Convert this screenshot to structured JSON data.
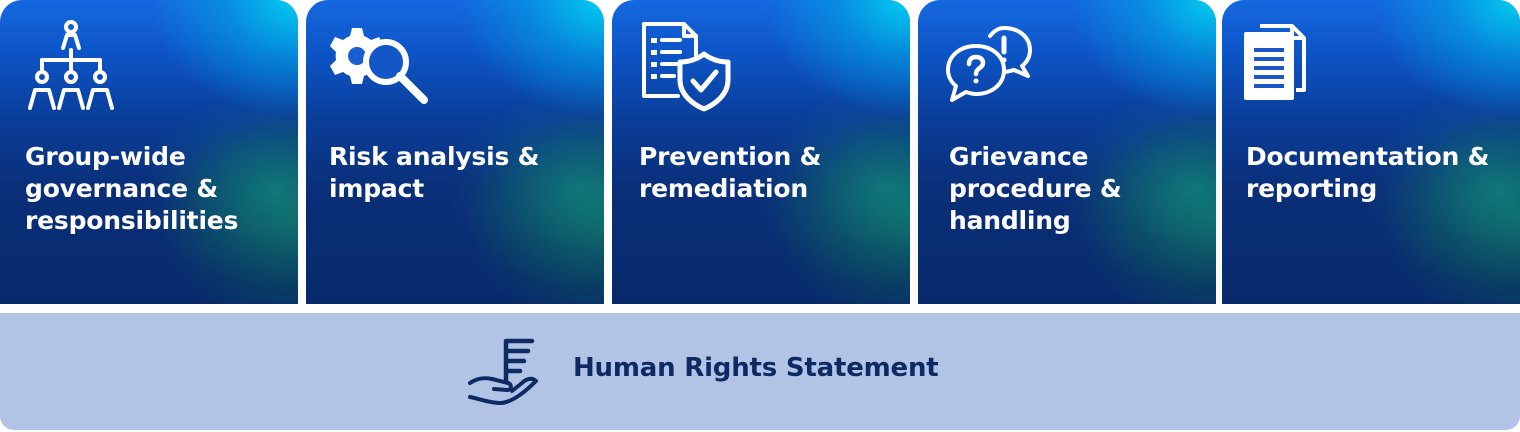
{
  "pillars": [
    {
      "label": "Group-wide\ngovernance &\nresponsibilities",
      "icon": "org-chart-icon"
    },
    {
      "label": "Risk analysis &\nimpact",
      "icon": "gear-magnifier-icon"
    },
    {
      "label": "Prevention &\nremediation",
      "icon": "document-shield-icon"
    },
    {
      "label": "Grievance\nprocedure &\nhandling",
      "icon": "speech-bubbles-icon"
    },
    {
      "label": "Documentation &\nreporting",
      "icon": "documents-icon"
    }
  ],
  "foundation": {
    "label": "Human Rights Statement",
    "icon": "hand-document-icon"
  },
  "colors": {
    "card_top": "#00d2f0",
    "card_mid": "#0d54c6",
    "card_bottom": "#082a6c",
    "card_teal": "#0c645f",
    "base_bg": "#b2c4e6",
    "base_text": "#0f2a63"
  }
}
